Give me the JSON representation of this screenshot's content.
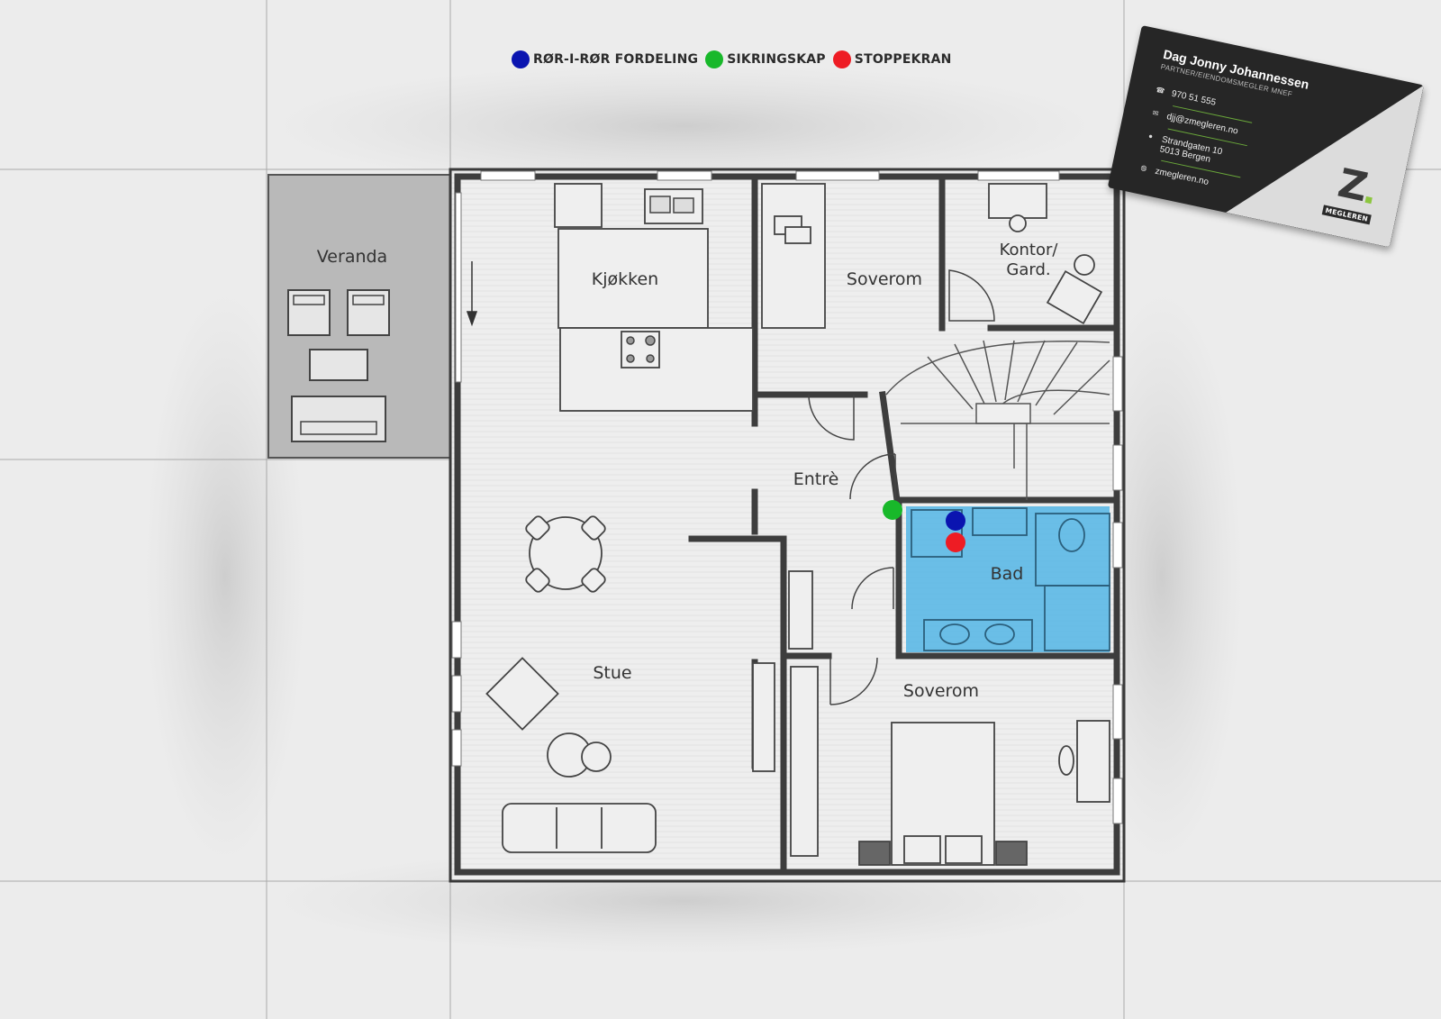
{
  "legend": {
    "items": [
      {
        "label": "RØR-I-RØR FORDELING",
        "color": "#0a14b0"
      },
      {
        "label": "SIKRINGSKAP",
        "color": "#18b82a"
      },
      {
        "label": "STOPPEKRAN",
        "color": "#ee1c24"
      }
    ]
  },
  "rooms": {
    "veranda": "Veranda",
    "kjokken": "Kjøkken",
    "soverom_top": "Soverom",
    "kontor_line1": "Kontor/",
    "kontor_line2": "Gard.",
    "entre": "Entrè",
    "bad": "Bad",
    "stue": "Stue",
    "soverom_bottom": "Soverom"
  },
  "colors": {
    "bathroom_fill": "#5bb8e6",
    "blue_marker": "#0a14b0",
    "green_marker": "#18b82a",
    "red_marker": "#ee1c24"
  },
  "card": {
    "name": "Dag Jonny Johannessen",
    "title": "PARTNER/EIENDOMSMEGLER MNEF",
    "phone": "970 51 555",
    "email": "djj@zmegleren.no",
    "address_line1": "Strandgaten 10",
    "address_line2": "5013 Bergen",
    "website": "zmegleren.no",
    "logo_letter": "Z",
    "logo_word": "MEGLEREN",
    "icons": [
      "phone-icon",
      "mail-icon",
      "location-pin-icon",
      "globe-icon"
    ]
  }
}
